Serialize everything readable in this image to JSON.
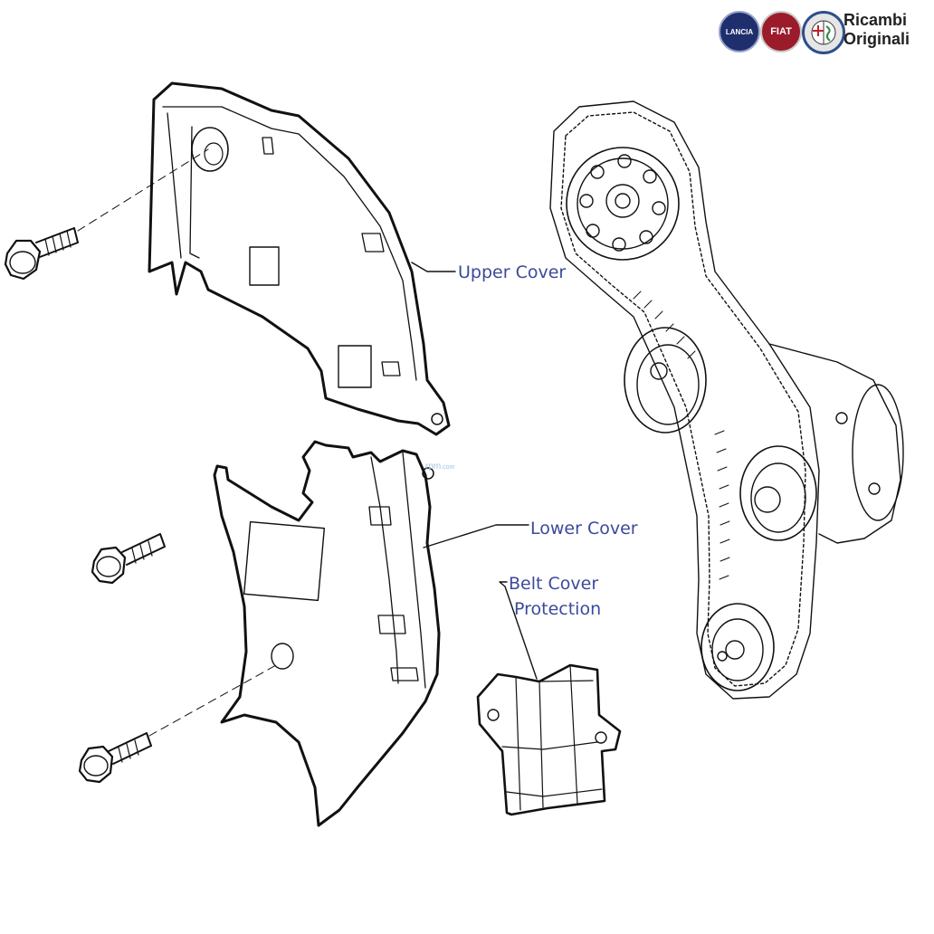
{
  "brand": {
    "logo_1_text": "LANCIA",
    "logo_2_text": "FIAT",
    "title_line1": "Ricambi",
    "title_line2": "Originali",
    "logo_colors": [
      "#1f2f6e",
      "#9b1b2a",
      "#c8c8c8"
    ]
  },
  "labels": {
    "upper_cover": "Upper Cover",
    "lower_cover": "Lower Cover",
    "belt_cover_line1": "Belt Cover",
    "belt_cover_line2": "Protection"
  },
  "watermark": {
    "main": "rpm",
    "suffix": ".com"
  },
  "colors": {
    "label": "#3a4a9a",
    "line": "#111111"
  }
}
